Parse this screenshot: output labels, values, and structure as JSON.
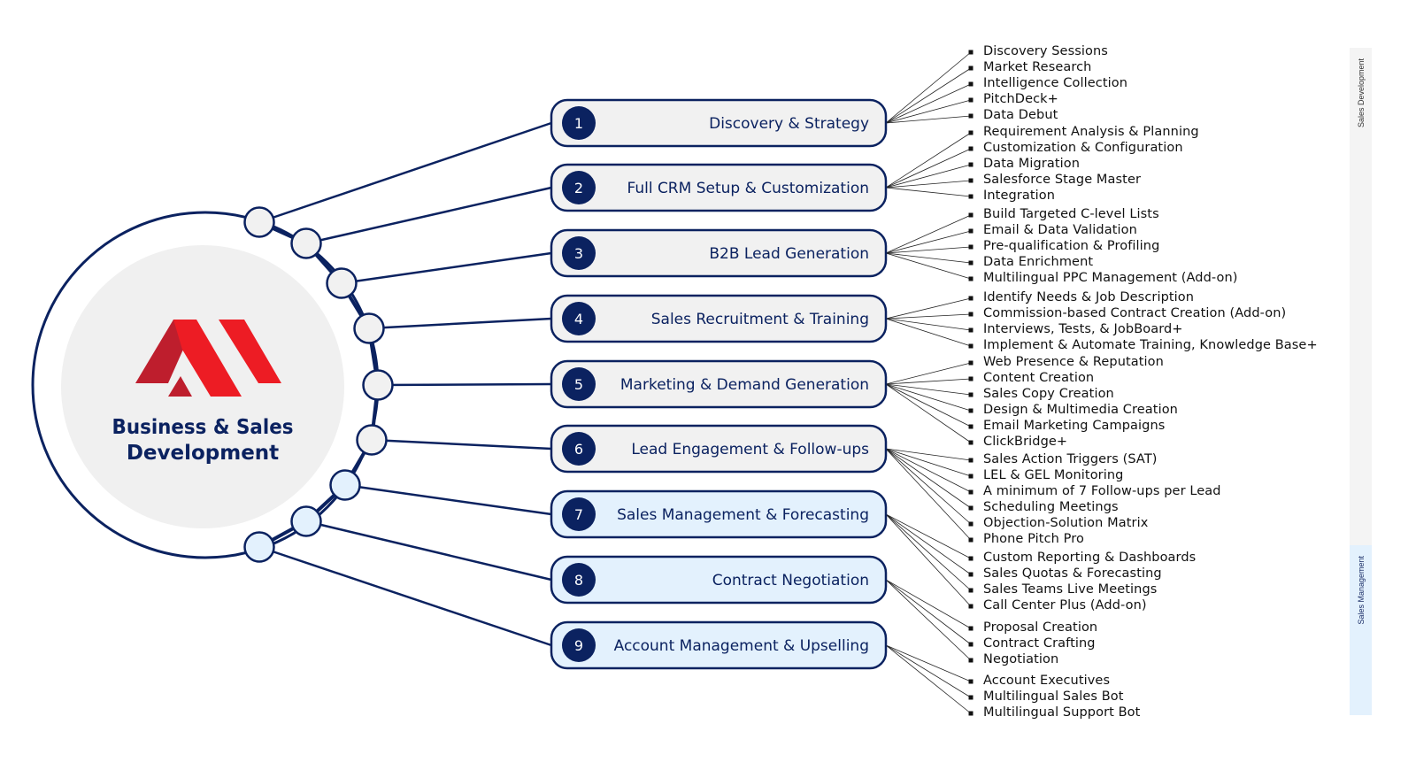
{
  "center": {
    "title_line1": "Business & Sales",
    "title_line2": "Development",
    "logo": "red-roof-logo"
  },
  "colors": {
    "navy": "#0b2260",
    "box_gray": "#f1f1f1",
    "box_blue": "#e3f1fd",
    "logo_red": "#ed1c24",
    "logo_dark_red": "#be1e2d",
    "inner_circle": "#f0f0f0"
  },
  "side_labels": {
    "development": "Sales Development",
    "management": "Sales Management"
  },
  "stages": [
    {
      "number": "1",
      "label": "Discovery & Strategy",
      "group": "development",
      "items": [
        "Discovery Sessions",
        "Market Research",
        "Intelligence Collection",
        "PitchDeck+",
        "Data Debut"
      ]
    },
    {
      "number": "2",
      "label": "Full CRM Setup & Customization",
      "group": "development",
      "items": [
        "Requirement Analysis & Planning",
        "Customization & Configuration",
        "Data Migration",
        "Salesforce Stage Master",
        "Integration"
      ]
    },
    {
      "number": "3",
      "label": "B2B Lead Generation",
      "group": "development",
      "items": [
        "Build Targeted C-level Lists",
        "Email & Data Validation",
        "Pre-qualification & Profiling",
        "Data Enrichment",
        "Multilingual PPC Management (Add-on)"
      ]
    },
    {
      "number": "4",
      "label": "Sales Recruitment & Training",
      "group": "development",
      "items": [
        "Identify Needs & Job Description",
        "Commission-based Contract Creation (Add-on)",
        "Interviews, Tests, & JobBoard+",
        "Implement & Automate Training, Knowledge Base+"
      ]
    },
    {
      "number": "5",
      "label": "Marketing & Demand Generation",
      "group": "development",
      "items": [
        "Web Presence & Reputation",
        "Content Creation",
        "Sales Copy Creation",
        "Design & Multimedia Creation",
        "Email Marketing Campaigns",
        "ClickBridge+"
      ]
    },
    {
      "number": "6",
      "label": "Lead Engagement & Follow-ups",
      "group": "development",
      "items": [
        "Sales Action Triggers (SAT)",
        "LEL & GEL Monitoring",
        "A minimum of 7 Follow-ups per Lead",
        "Scheduling Meetings",
        "Objection-Solution Matrix",
        "Phone Pitch Pro"
      ]
    },
    {
      "number": "7",
      "label": "Sales Management & Forecasting",
      "group": "management",
      "items": [
        "Custom Reporting & Dashboards",
        "Sales Quotas & Forecasting",
        "Sales Teams Live Meetings",
        "Call Center Plus (Add-on)"
      ]
    },
    {
      "number": "8",
      "label": "Contract Negotiation",
      "group": "management",
      "items": [
        "Proposal Creation",
        "Contract Crafting",
        "Negotiation"
      ]
    },
    {
      "number": "9",
      "label": "Account Management & Upselling",
      "group": "management",
      "items": [
        "Account Executives",
        "Multilingual Sales Bot",
        "Multilingual Support Bot"
      ]
    }
  ]
}
